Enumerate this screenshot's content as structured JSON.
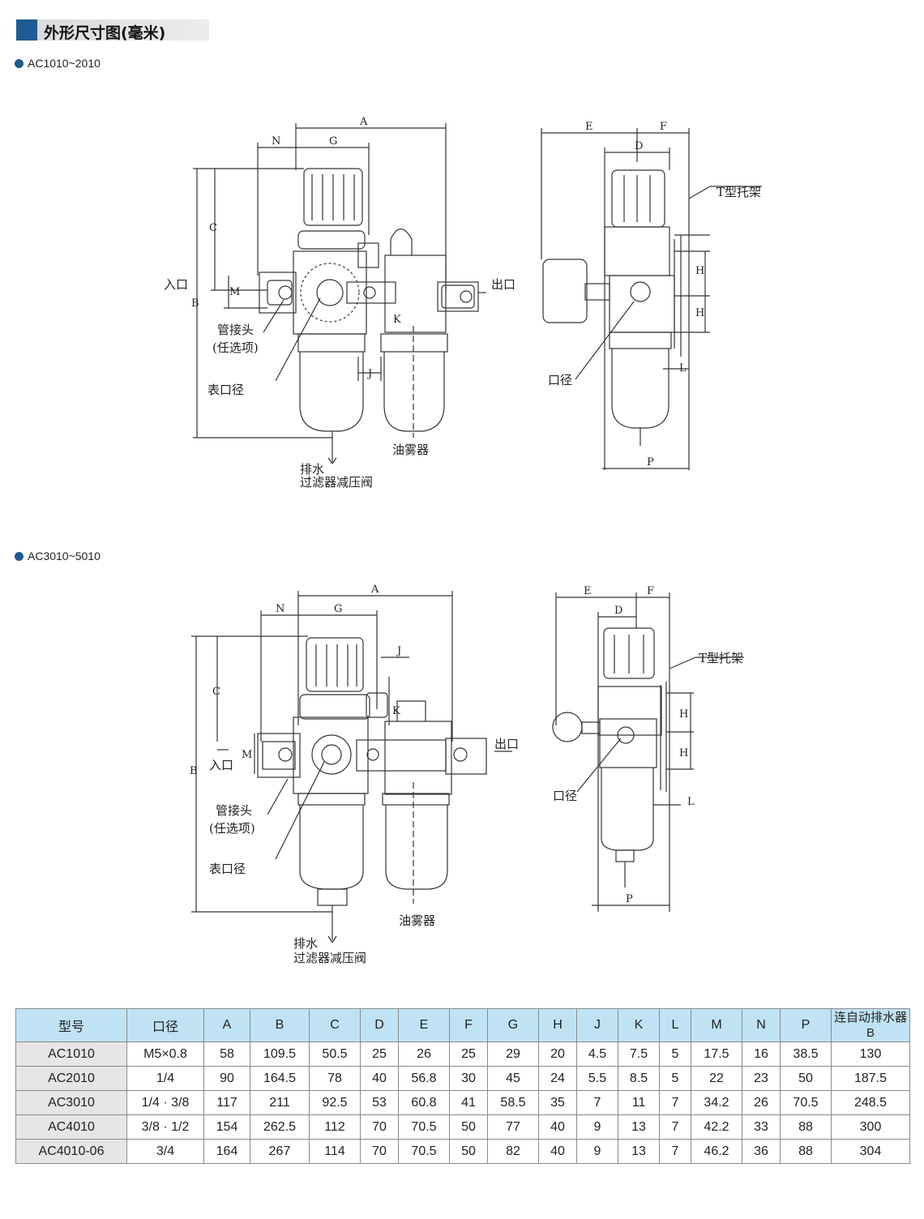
{
  "header": {
    "title": "外形尺寸图(毫米)"
  },
  "sections": [
    {
      "label": "AC1010~2010"
    },
    {
      "label": "AC3010~5010"
    }
  ],
  "drawing1": {
    "dims": {
      "A": "A",
      "N": "N",
      "G": "G",
      "C": "C",
      "M": "M",
      "B": "B",
      "K": "K",
      "J": "J",
      "E": "E",
      "F": "F",
      "D": "D",
      "H1": "H",
      "H2": "H",
      "L": "L",
      "P": "P"
    },
    "labels": {
      "inlet": "入口",
      "outlet": "出口",
      "fitting": "管接头",
      "fitting_opt": "(任选项)",
      "gauge_port": "表口径",
      "drain": "排水",
      "frl": "过滤器减压阀",
      "lubricator": "油雾器",
      "bracket": "T型托架",
      "port": "口径"
    }
  },
  "drawing2": {
    "dims": {
      "A": "A",
      "N": "N",
      "G": "G",
      "C": "C",
      "M": "M",
      "B": "B",
      "K": "K",
      "J": "J",
      "E": "E",
      "F": "F",
      "D": "D",
      "H1": "H",
      "H2": "H",
      "L": "L",
      "P": "P"
    },
    "labels": {
      "inlet": "入口",
      "outlet": "出口",
      "fitting": "管接头",
      "fitting_opt": "(任选项)",
      "gauge_port": "表口径",
      "drain": "排水",
      "frl": "过滤器减压阀",
      "lubricator": "油雾器",
      "bracket": "T型托架",
      "port": "口径"
    }
  },
  "table": {
    "headers": [
      "型号",
      "口径",
      "A",
      "B",
      "C",
      "D",
      "E",
      "F",
      "G",
      "H",
      "J",
      "K",
      "L",
      "M",
      "N",
      "P"
    ],
    "last_header_top": "连自动排水器",
    "last_header_bottom": "B",
    "rows": [
      [
        "AC1010",
        "M5×0.8",
        "58",
        "109.5",
        "50.5",
        "25",
        "26",
        "25",
        "29",
        "20",
        "4.5",
        "7.5",
        "5",
        "17.5",
        "16",
        "38.5",
        "130"
      ],
      [
        "AC2010",
        "1/4",
        "90",
        "164.5",
        "78",
        "40",
        "56.8",
        "30",
        "45",
        "24",
        "5.5",
        "8.5",
        "5",
        "22",
        "23",
        "50",
        "187.5"
      ],
      [
        "AC3010",
        "1/4 · 3/8",
        "117",
        "211",
        "92.5",
        "53",
        "60.8",
        "41",
        "58.5",
        "35",
        "7",
        "11",
        "7",
        "34.2",
        "26",
        "70.5",
        "248.5"
      ],
      [
        "AC4010",
        "3/8 · 1/2",
        "154",
        "262.5",
        "112",
        "70",
        "70.5",
        "50",
        "77",
        "40",
        "9",
        "13",
        "7",
        "42.2",
        "33",
        "88",
        "300"
      ],
      [
        "AC4010-06",
        "3/4",
        "164",
        "267",
        "114",
        "70",
        "70.5",
        "50",
        "82",
        "40",
        "9",
        "13",
        "7",
        "46.2",
        "36",
        "88",
        "304"
      ]
    ]
  }
}
